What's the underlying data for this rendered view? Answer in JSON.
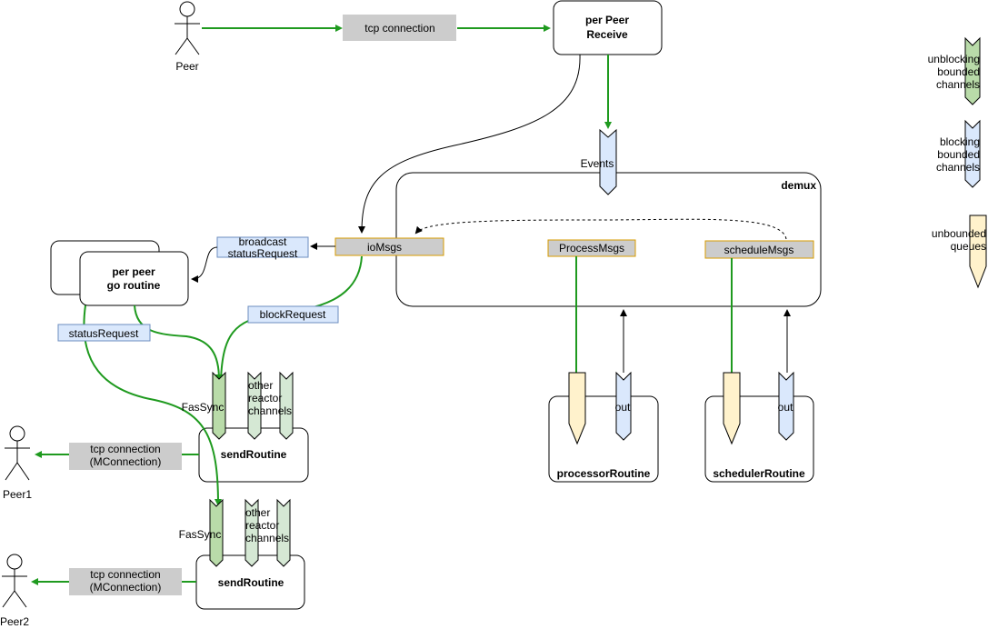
{
  "actors": {
    "peer": "Peer",
    "peer1": "Peer1",
    "peer2": "Peer2"
  },
  "connections": {
    "tcp_top": "tcp connection",
    "tcp_m1_line1": "tcp connection",
    "tcp_m1_line2": "(MConnection)",
    "tcp_m2_line1": "tcp connection",
    "tcp_m2_line2": "(MConnection)"
  },
  "boxes": {
    "per_peer_receive_line1": "per Peer",
    "per_peer_receive_line2": "Receive",
    "demux": "demux",
    "per_peer_go_line1": "per peer",
    "per_peer_go_line2": "go routine",
    "send_routine_1": "sendRoutine",
    "send_routine_2": "sendRoutine",
    "processor_routine": "processorRoutine",
    "scheduler_routine": "schedulerRoutine"
  },
  "messages": {
    "io_msgs": "ioMsgs",
    "process_msgs": "ProcessMsgs",
    "schedule_msgs": "scheduleMsgs",
    "broadcast_line1": "broadcast",
    "broadcast_line2": "statusRequest",
    "block_request": "blockRequest",
    "status_request": "statusRequest"
  },
  "channels": {
    "events": "Events",
    "fas_sync_1": "FasSync",
    "fas_sync_2": "FasSync",
    "other_1_line1": "other",
    "other_1_line2": "reactor",
    "other_1_line3": "channels",
    "other_2_line1": "other",
    "other_2_line2": "reactor",
    "other_2_line3": "channels",
    "out_processor": "out",
    "out_scheduler": "out"
  },
  "legend": {
    "unblocking_line1": "unblocking",
    "unblocking_line2": "bounded",
    "unblocking_line3": "channels",
    "blocking_line1": "blocking",
    "blocking_line2": "bounded",
    "blocking_line3": "channels",
    "unbounded_line1": "unbounded",
    "unbounded_line2": "queues"
  },
  "colors": {
    "green_line": "#1f9a1f",
    "gray_box": "#cccccc",
    "blue_label": "#dae8fc",
    "unblocking": "#b9dba9",
    "blocking": "#dae8fc",
    "unbounded": "#fff2cc"
  }
}
